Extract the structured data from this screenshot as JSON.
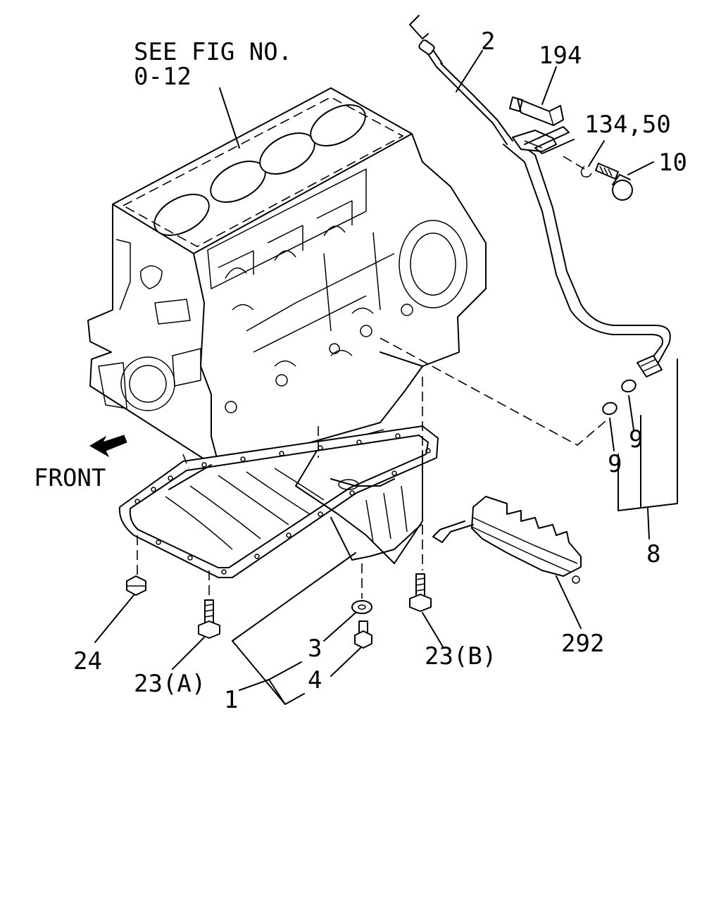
{
  "diagram": {
    "reference_note_line1": "SEE FIG NO.",
    "reference_note_line2": "0-12",
    "front_label": "FRONT",
    "callouts": {
      "dipstick": "2",
      "pin": "194",
      "clip": "134,50",
      "bolt": "10",
      "oring_upper": "9",
      "oring_lower": "9",
      "guide_assembly": "8",
      "drain_plug": "24",
      "bolt_a": "23(A)",
      "bolt_b": "23(B)",
      "oil_pan": "1",
      "washer": "3",
      "plug": "4",
      "baffle": "292"
    }
  }
}
